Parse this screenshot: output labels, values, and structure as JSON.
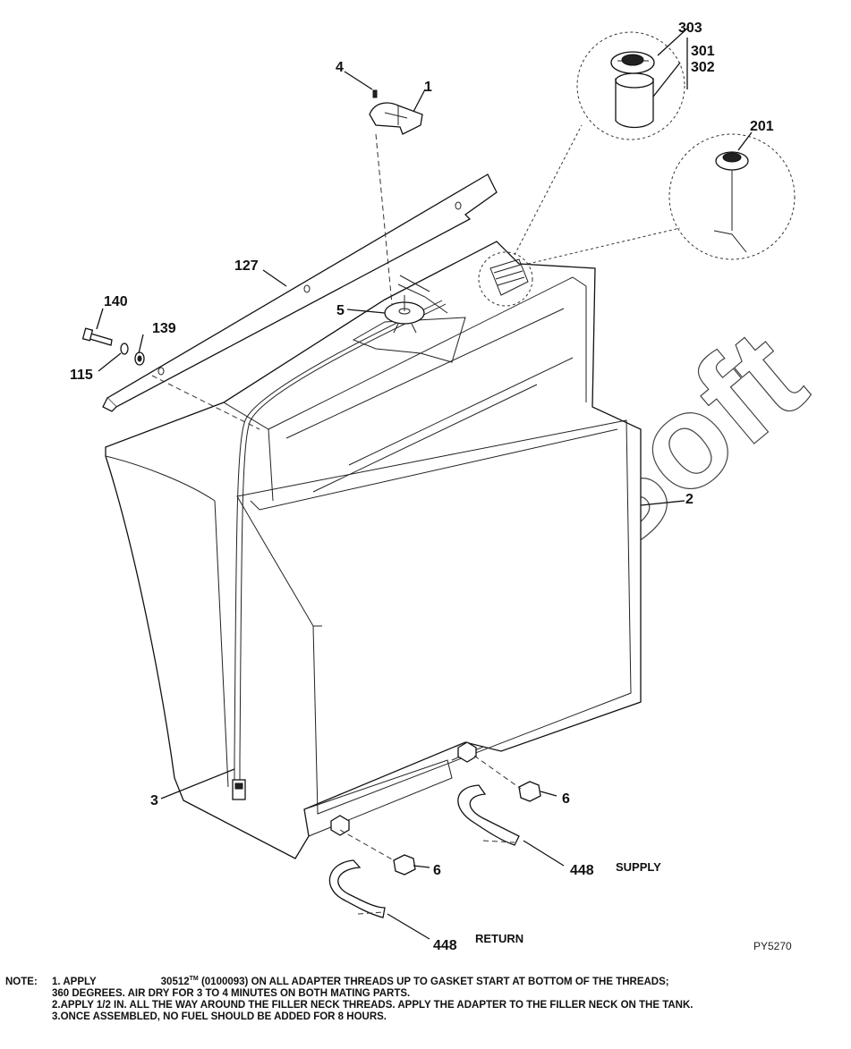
{
  "callouts": {
    "c303": "303",
    "c301": "301",
    "c302": "302",
    "c201": "201",
    "c4": "4",
    "c1": "1",
    "c127": "127",
    "c140": "140",
    "c139": "139",
    "c115": "115",
    "c5": "5",
    "c2": "2",
    "c3": "3",
    "c6a": "6",
    "c6b": "6",
    "c448a": "448",
    "c448b": "448"
  },
  "labels": {
    "supply": "SUPPLY",
    "return": "RETURN",
    "figure_ref": "PY5270"
  },
  "watermark": "AutoSoft",
  "notes": {
    "prefix": "NOTE:",
    "line1_start": "1. APPLY",
    "line1_product": "30512",
    "line1_tm": "TM",
    "line1_end": "(0100093) ON ALL ADAPTER THREADS UP TO GASKET START AT BOTTOM OF THE THREADS;",
    "line2": "360 DEGREES. AIR DRY FOR 3 TO 4 MINUTES ON BOTH MATING PARTS.",
    "line3": "2.APPLY 1/2 IN. ALL THE WAY AROUND THE FILLER NECK THREADS. APPLY THE ADAPTER TO THE FILLER NECK ON THE TANK.",
    "line4": "3.ONCE ASSEMBLED, NO FUEL SHOULD BE ADDED FOR 8 HOURS."
  }
}
